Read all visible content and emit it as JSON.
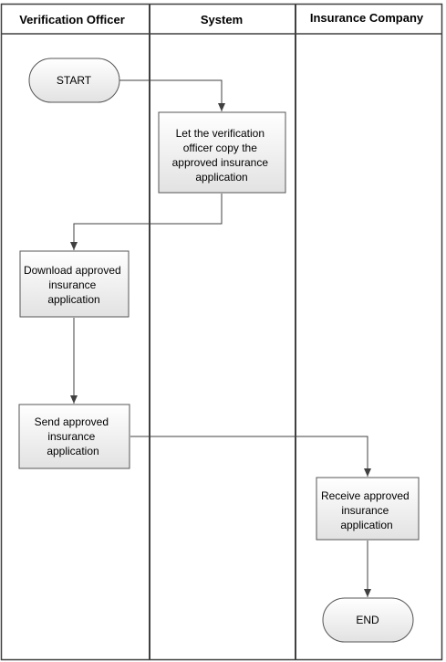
{
  "lanes": [
    {
      "title": "Verification Officer"
    },
    {
      "title": "System"
    },
    {
      "title": "Insurance Company"
    }
  ],
  "nodes": {
    "start": {
      "lines": [
        "START"
      ],
      "shape": "terminator"
    },
    "copy": {
      "lines": [
        "Let the verification",
        "officer copy the",
        "approved insurance",
        "application"
      ],
      "shape": "process"
    },
    "download": {
      "lines": [
        "Download approved",
        "insurance",
        "application"
      ],
      "shape": "process"
    },
    "send": {
      "lines": [
        "Send approved",
        "insurance",
        "application"
      ],
      "shape": "process"
    },
    "receive": {
      "lines": [
        "Receive approved",
        "insurance",
        "application"
      ],
      "shape": "process"
    },
    "end": {
      "lines": [
        "END"
      ],
      "shape": "terminator"
    }
  },
  "edges": [
    {
      "from": "start",
      "to": "copy"
    },
    {
      "from": "copy",
      "to": "download"
    },
    {
      "from": "download",
      "to": "send"
    },
    {
      "from": "send",
      "to": "receive"
    },
    {
      "from": "receive",
      "to": "end"
    }
  ],
  "colors": {
    "border": "#404040",
    "node_fill_top": "#ffffff",
    "node_fill_bottom": "#e2e2e2",
    "node_stroke": "#555555",
    "connector": "#404040"
  }
}
